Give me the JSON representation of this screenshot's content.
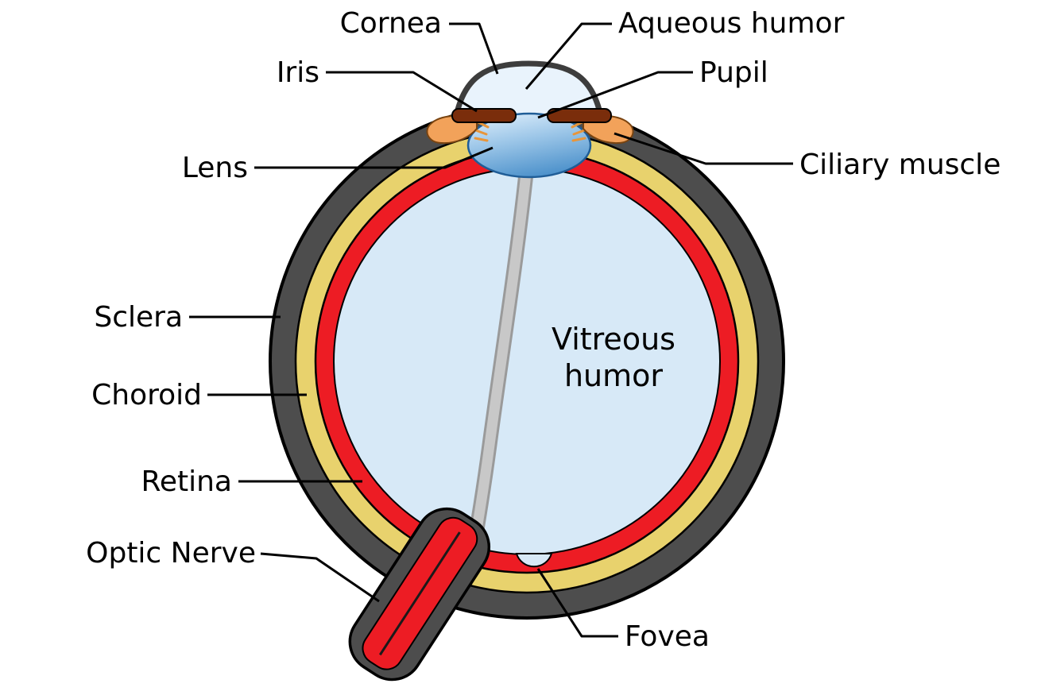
{
  "diagram": {
    "labels": {
      "cornea": "Cornea",
      "aqueous_humor": "Aqueous humor",
      "iris": "Iris",
      "pupil": "Pupil",
      "lens": "Lens",
      "ciliary_muscle": "Ciliary muscle",
      "sclera": "Sclera",
      "choroid": "Choroid",
      "retina": "Retina",
      "optic_nerve": "Optic Nerve",
      "vitreous_line1": "Vitreous",
      "vitreous_line2": "humor",
      "fovea": "Fovea"
    },
    "colors": {
      "sclera": "#4d4d4d",
      "choroid": "#e8d26d",
      "retina": "#ed1c24",
      "vitreous": "#d7e9f7",
      "aqueous": "#e9f3fc",
      "iris": "#7a2d0b",
      "ciliary": "#f2a25a",
      "hyaloid": "#c8c8c8",
      "outline": "#000000"
    }
  }
}
